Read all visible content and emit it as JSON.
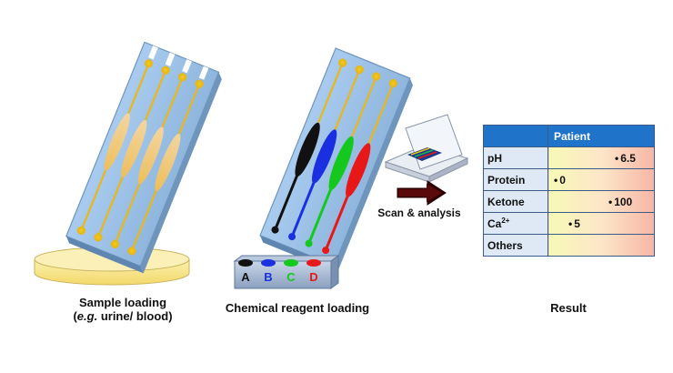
{
  "captions": {
    "sample_line1": "Sample loading",
    "sample_line2_em": "e.g.",
    "sample_line2_rest": " urine/ blood)",
    "sample_line2_open": "(",
    "reagent": "Chemical reagent loading",
    "result": "Result"
  },
  "arrow_label": "Scan & analysis",
  "reagent_wells": [
    {
      "label": "A",
      "color": "#111111"
    },
    {
      "label": "B",
      "color": "#1a2fe0"
    },
    {
      "label": "C",
      "color": "#14c81e"
    },
    {
      "label": "D",
      "color": "#e81818"
    }
  ],
  "result_table": {
    "header": "Patient",
    "rows": [
      {
        "label": "pH",
        "value": "6.5",
        "pos": 0.78
      },
      {
        "label": "Protein",
        "value": "0",
        "pos": 0.02
      },
      {
        "label": "Ketone",
        "value": "100",
        "pos": 0.7
      },
      {
        "label_base": "Ca",
        "label_sup": "2+",
        "value": "5",
        "pos": 0.2
      },
      {
        "label": "Others",
        "value": "",
        "pos": null
      }
    ]
  },
  "colors": {
    "chip": "#9cc1e6",
    "channel": "#f0c419",
    "dish": "#f5e27a",
    "table_header": "#1f73c8"
  }
}
